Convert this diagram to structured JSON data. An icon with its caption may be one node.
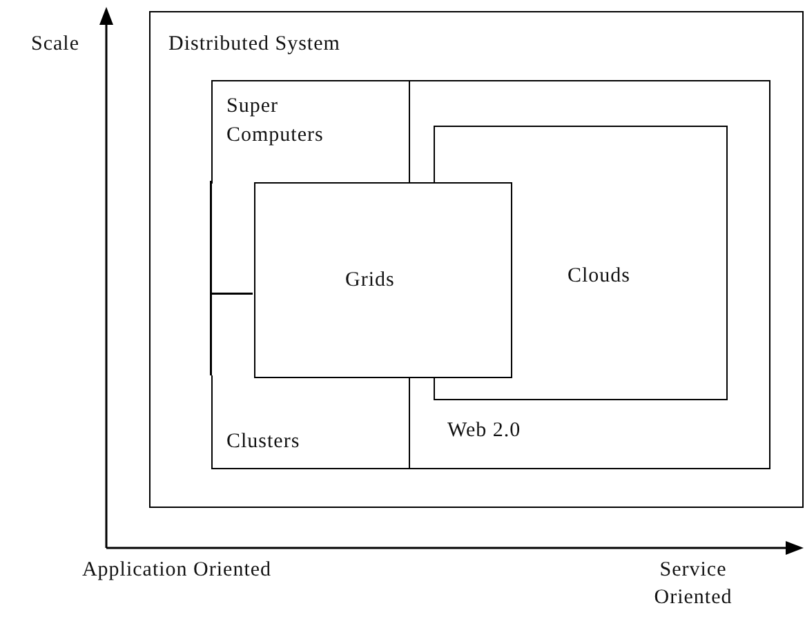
{
  "diagram": {
    "nodes": [
      {
        "text": [
          "Distributed System"
        ]
      },
      {
        "text": [
          "Super Computers"
        ],
        "in": 0
      },
      {
        "text": [
          "Clusters"
        ],
        "in": 0
      },
      {
        "text": [
          "Web 2.0"
        ],
        "in": 0
      },
      {
        "text": [
          "Clouds"
        ],
        "in": 3
      },
      {
        "text": [
          "Grids"
        ],
        "in": 0
      }
    ],
    "edges": [],
    "labels": [
      "Scale",
      "Application Oriented",
      "Service Oriented"
    ]
  }
}
